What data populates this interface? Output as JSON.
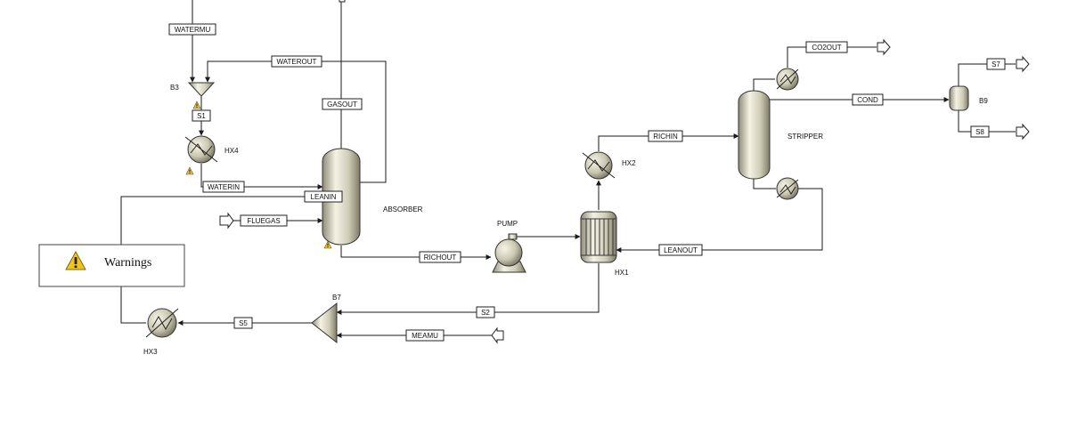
{
  "streams": {
    "watermu": "WATERMU",
    "waterout": "WATEROUT",
    "gasout": "GASOUT",
    "s1": "S1",
    "waterin": "WATERIN",
    "leanin": "LEANIN",
    "fluegas": "FLUEGAS",
    "richout": "RICHOUT",
    "s2": "S2",
    "meamu": "MEAMU",
    "s5": "S5",
    "richin": "RICHIN",
    "leanout": "LEANOUT",
    "co2out": "CO2OUT",
    "cond": "COND",
    "s7": "S7",
    "s8": "S8"
  },
  "blocks": {
    "b3": "B3",
    "hx4": "HX4",
    "absorber": "ABSORBER",
    "pump": "PUMP",
    "hx1": "HX1",
    "hx2": "HX2",
    "stripper": "STRIPPER",
    "b9": "B9",
    "b7": "B7",
    "hx3": "HX3"
  },
  "warnings_panel": {
    "label": "Warnings"
  },
  "colors": {
    "vessel_fill": "#dcd9c4",
    "warning_yellow": "#f2c418",
    "line": "#1a1a1a"
  }
}
